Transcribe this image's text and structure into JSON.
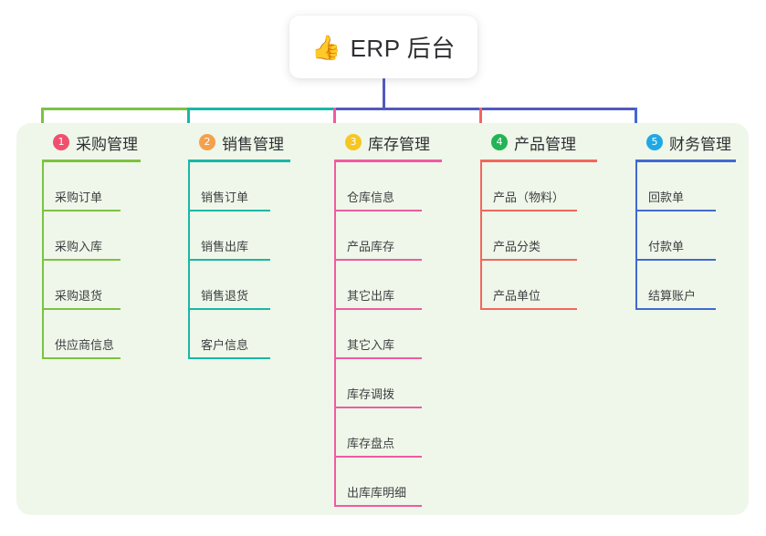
{
  "root": {
    "icon": "thumbs-up-emoji",
    "emoji": "👍",
    "title": "ERP 后台"
  },
  "palette": {
    "panel_bg": "#eef7e9",
    "page_bg": "#ffffff",
    "connector_left": "#7cc242",
    "connector_teal": "#18b8a5",
    "connector_right": "#5159c0",
    "badge_1": "#f0506e",
    "badge_2": "#f5a04b",
    "badge_3": "#f7c623",
    "badge_4": "#22b455",
    "badge_5": "#1ea9e6",
    "col_1": "#7cc242",
    "col_2": "#18b8a5",
    "col_3": "#ef5ba1",
    "col_4": "#f2665f",
    "col_5": "#4169d0",
    "text": "#2f3033"
  },
  "columns": [
    {
      "number": "1",
      "title": "采购管理",
      "badge_color": "#f0506e",
      "line_color": "#7cc242",
      "items": [
        "采购订单",
        "采购入库",
        "采购退货",
        "供应商信息"
      ]
    },
    {
      "number": "2",
      "title": "销售管理",
      "badge_color": "#f5a04b",
      "line_color": "#18b8a5",
      "items": [
        "销售订单",
        "销售出库",
        "销售退货",
        "客户信息"
      ]
    },
    {
      "number": "3",
      "title": "库存管理",
      "badge_color": "#f7c623",
      "line_color": "#ef5ba1",
      "items": [
        "仓库信息",
        "产品库存",
        "其它出库",
        "其它入库",
        "库存调拨",
        "库存盘点",
        "出库库明细"
      ]
    },
    {
      "number": "4",
      "title": "产品管理",
      "badge_color": "#22b455",
      "line_color": "#f2665f",
      "items": [
        "产品（物料）",
        "产品分类",
        "产品单位"
      ]
    },
    {
      "number": "5",
      "title": "财务管理",
      "badge_color": "#1ea9e6",
      "line_color": "#4169d0",
      "items": [
        "回款单",
        "付款单",
        "结算账户"
      ]
    }
  ]
}
